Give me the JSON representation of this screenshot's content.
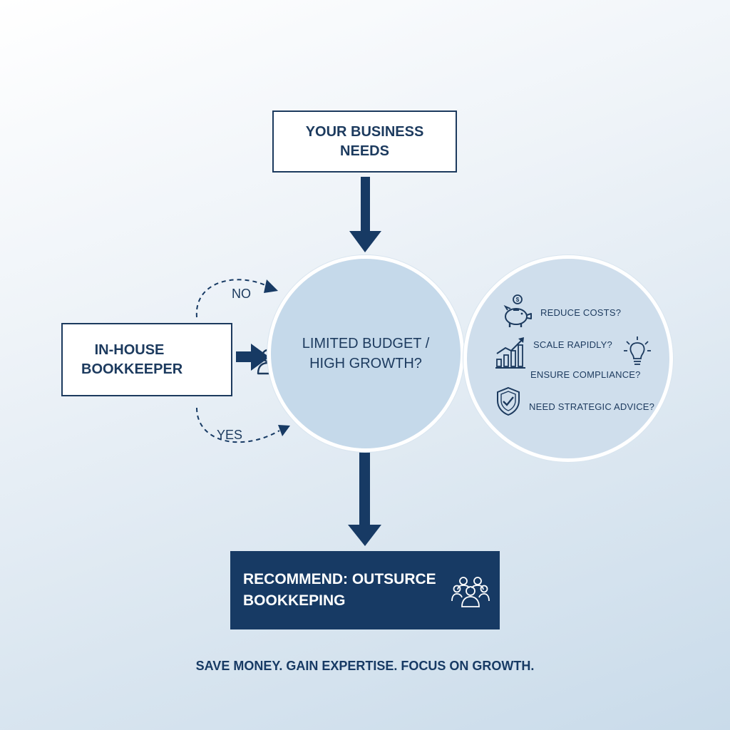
{
  "start_node": {
    "label": "YOUR BUSINESS NEEDS"
  },
  "decision_node": {
    "label": "LIMITED BUDGET / HIGH GROWTH?"
  },
  "alternative_node": {
    "label": "IN-HOUSE BOOKKEEPER",
    "icon": "person-icon"
  },
  "branches": {
    "no_label": "NO",
    "yes_label": "YES"
  },
  "factors": [
    {
      "label": "REDUCE COSTS?",
      "icon": "piggy-bank-icon"
    },
    {
      "label": "SCALE RAPIDLY?",
      "icon": "growth-chart-icon"
    },
    {
      "label": "ENSURE COMPLIANCE?",
      "icon": "lightbulb-icon"
    },
    {
      "label": "NEED STRATEGIC ADVICE?",
      "icon": "shield-check-icon"
    }
  ],
  "result_node": {
    "label": "RECOMMEND: OUTSURCE BOOKKEPING",
    "icon": "team-icon"
  },
  "tagline": "SAVE MONEY. GAIN EXPERTISE. FOCUS ON GROWTH.",
  "colors": {
    "navy": "#173a64",
    "circle_fill": "#c5d9ea",
    "background": "#dce7f1"
  }
}
